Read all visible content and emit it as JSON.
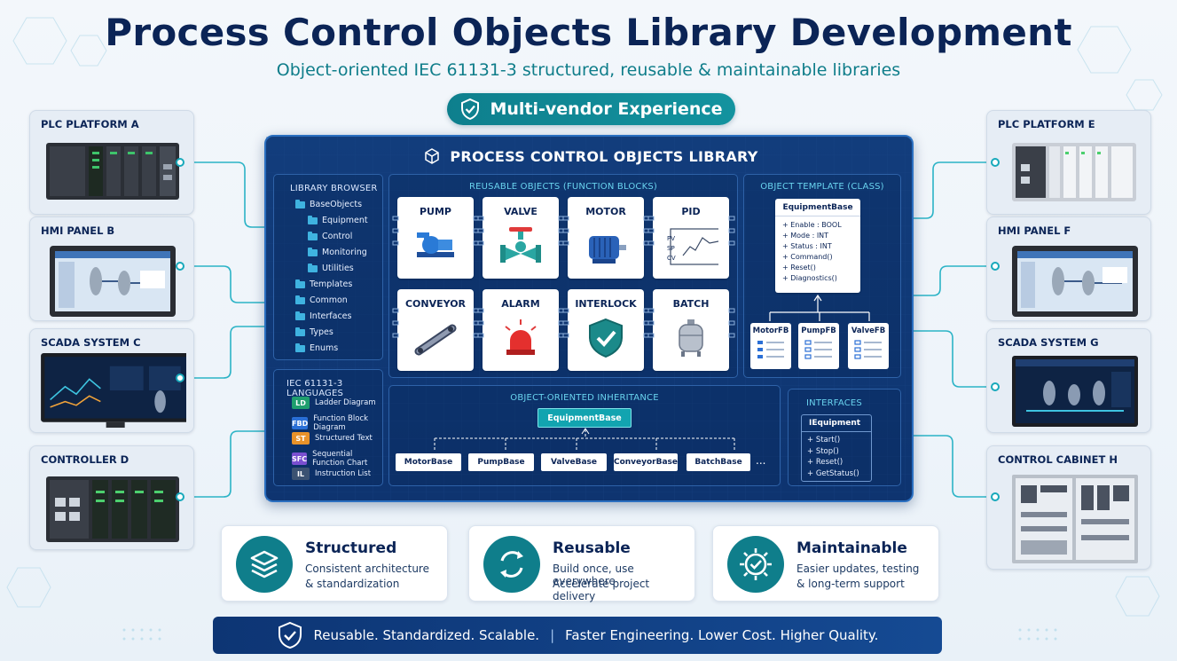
{
  "header": {
    "title": "Process Control Objects Library Development",
    "subtitle": "Object-oriented IEC 61131-3 structured, reusable & maintainable libraries",
    "vendor_badge": "Multi-vendor Experience"
  },
  "devices_left": [
    {
      "label": "PLC PLATFORM A",
      "icon": "plc-icon"
    },
    {
      "label": "HMI PANEL B",
      "icon": "hmi-panel-icon"
    },
    {
      "label": "SCADA SYSTEM C",
      "icon": "scada-monitor-icon"
    },
    {
      "label": "CONTROLLER D",
      "icon": "controller-icon"
    }
  ],
  "devices_right": [
    {
      "label": "PLC PLATFORM E",
      "icon": "plc-icon"
    },
    {
      "label": "HMI PANEL F",
      "icon": "hmi-panel-icon"
    },
    {
      "label": "SCADA SYSTEM G",
      "icon": "scada-monitor-icon"
    },
    {
      "label": "CONTROL CABINET H",
      "icon": "control-cabinet-icon"
    }
  ],
  "library": {
    "title": "PROCESS CONTROL OBJECTS LIBRARY",
    "browser": {
      "title": "LIBRARY BROWSER",
      "items": [
        {
          "label": "BaseObjects",
          "level": 0
        },
        {
          "label": "Equipment",
          "level": 1
        },
        {
          "label": "Control",
          "level": 1
        },
        {
          "label": "Monitoring",
          "level": 1
        },
        {
          "label": "Utilities",
          "level": 1
        },
        {
          "label": "Templates",
          "level": 0
        },
        {
          "label": "Common",
          "level": 0
        },
        {
          "label": "Interfaces",
          "level": 0
        },
        {
          "label": "Types",
          "level": 0
        },
        {
          "label": "Enums",
          "level": 0
        }
      ]
    },
    "languages": {
      "title": "IEC 61131-3 LANGUAGES",
      "items": [
        {
          "code": "LD",
          "label": "Ladder Diagram",
          "color": "#1f9e6e"
        },
        {
          "code": "FBD",
          "label": "Function Block Diagram",
          "color": "#2a6fd6"
        },
        {
          "code": "ST",
          "label": "Structured Text",
          "color": "#e8922a"
        },
        {
          "code": "SFC",
          "label": "Sequential Function Chart",
          "color": "#7a4fd0"
        },
        {
          "code": "IL",
          "label": "Instruction List",
          "color": "#3b5272"
        }
      ]
    },
    "objects": {
      "title": "REUSABLE OBJECTS (FUNCTION BLOCKS)",
      "items": [
        {
          "label": "PUMP",
          "icon": "pump-icon"
        },
        {
          "label": "VALVE",
          "icon": "valve-icon"
        },
        {
          "label": "MOTOR",
          "icon": "motor-icon"
        },
        {
          "label": "PID",
          "icon": "pid-chart-icon",
          "tags": [
            "PV",
            "SP",
            "CV"
          ]
        },
        {
          "label": "CONVEYOR",
          "icon": "conveyor-icon"
        },
        {
          "label": "ALARM",
          "icon": "alarm-beacon-icon"
        },
        {
          "label": "INTERLOCK",
          "icon": "shield-check-icon"
        },
        {
          "label": "BATCH",
          "icon": "tank-icon"
        }
      ]
    },
    "template": {
      "title": "OBJECT TEMPLATE (CLASS)",
      "class_name": "EquipmentBase",
      "members": [
        "+ Enable : BOOL",
        "+ Mode : INT",
        "+ Status : INT",
        "+ Command()",
        "+ Reset()",
        "+ Diagnostics()"
      ],
      "derived": [
        "MotorFB",
        "PumpFB",
        "ValveFB"
      ]
    },
    "inheritance": {
      "title": "OBJECT-ORIENTED INHERITANCE",
      "root": "EquipmentBase",
      "children": [
        "MotorBase",
        "PumpBase",
        "ValveBase",
        "ConveyorBase",
        "BatchBase"
      ],
      "more": "..."
    },
    "interfaces": {
      "title": "INTERFACES",
      "name": "IEquipment",
      "methods": [
        "+ Start()",
        "+ Stop()",
        "+ Reset()",
        "+ GetStatus()"
      ]
    }
  },
  "benefits": [
    {
      "title": "Structured",
      "line1": "Consistent architecture",
      "line2": "& standardization",
      "icon": "layers-icon"
    },
    {
      "title": "Reusable",
      "line1": "Build once, use everywhere",
      "line2": "Accelerate project delivery",
      "icon": "recycle-arrows-icon"
    },
    {
      "title": "Maintainable",
      "line1": "Easier updates, testing",
      "line2": "& long-term support",
      "icon": "gear-check-icon"
    }
  ],
  "footer": {
    "left": "Reusable. Standardized. Scalable.",
    "separator": "|",
    "right": "Faster Engineering. Lower Cost. Higher Quality."
  },
  "colors": {
    "navy": "#0b2456",
    "teal": "#0f7e8b",
    "panel": "#123d7c",
    "connector": "#18a9bb"
  }
}
